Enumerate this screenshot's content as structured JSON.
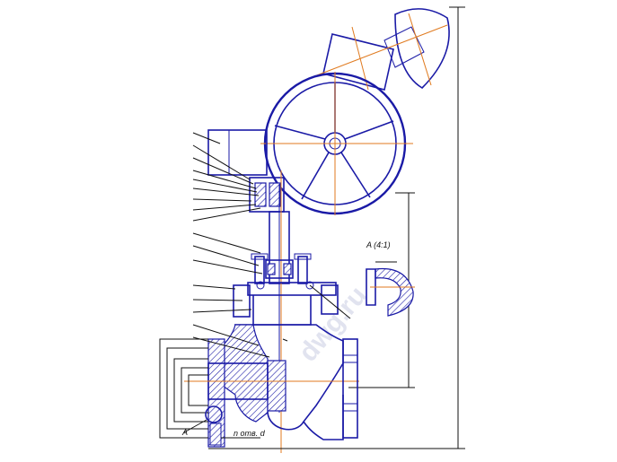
{
  "labels": {
    "detail_view": "A (4:1)",
    "detail_marker": "A",
    "hole_note": "n отв. d"
  },
  "watermark": "dwg.ru",
  "colors": {
    "outline": "#1a1aa6",
    "centerline": "#e07a1f",
    "leader": "#111111",
    "hatch": "#1a1aa6"
  }
}
